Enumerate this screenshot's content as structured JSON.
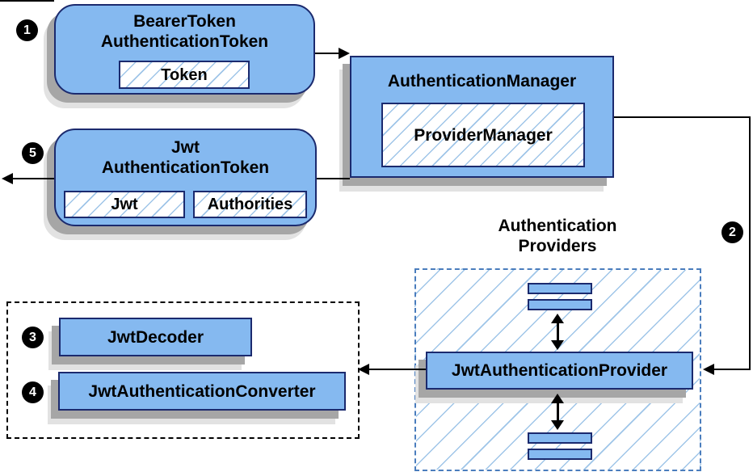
{
  "badges": {
    "step1": "1",
    "step2": "2",
    "step3": "3",
    "step4": "4",
    "step5": "5"
  },
  "bearer_token_node": {
    "title_line1": "BearerToken",
    "title_line2": "AuthenticationToken",
    "field": "Token"
  },
  "authentication_manager_node": {
    "title": "AuthenticationManager",
    "implementation": "ProviderManager"
  },
  "jwt_authentication_token_node": {
    "title_line1": "Jwt",
    "title_line2": "AuthenticationToken",
    "field1": "Jwt",
    "field2": "Authorities"
  },
  "authentication_providers_group": {
    "label_line1": "Authentication",
    "label_line2": "Providers",
    "provider": "JwtAuthenticationProvider"
  },
  "decoder_group": {
    "decoder": "JwtDecoder",
    "converter": "JwtAuthenticationConverter"
  },
  "colors": {
    "background": "#ffffff",
    "node_fill": "#85b9f0",
    "node_border": "#1b2a6e",
    "hatch_line": "#9fc5e8",
    "providers_group_border": "#4a7dbd",
    "decoder_group_border": "#000000",
    "arrow": "#000000",
    "badge_background": "#000000",
    "badge_text": "#ffffff",
    "shadow": "#a6a6a6"
  }
}
